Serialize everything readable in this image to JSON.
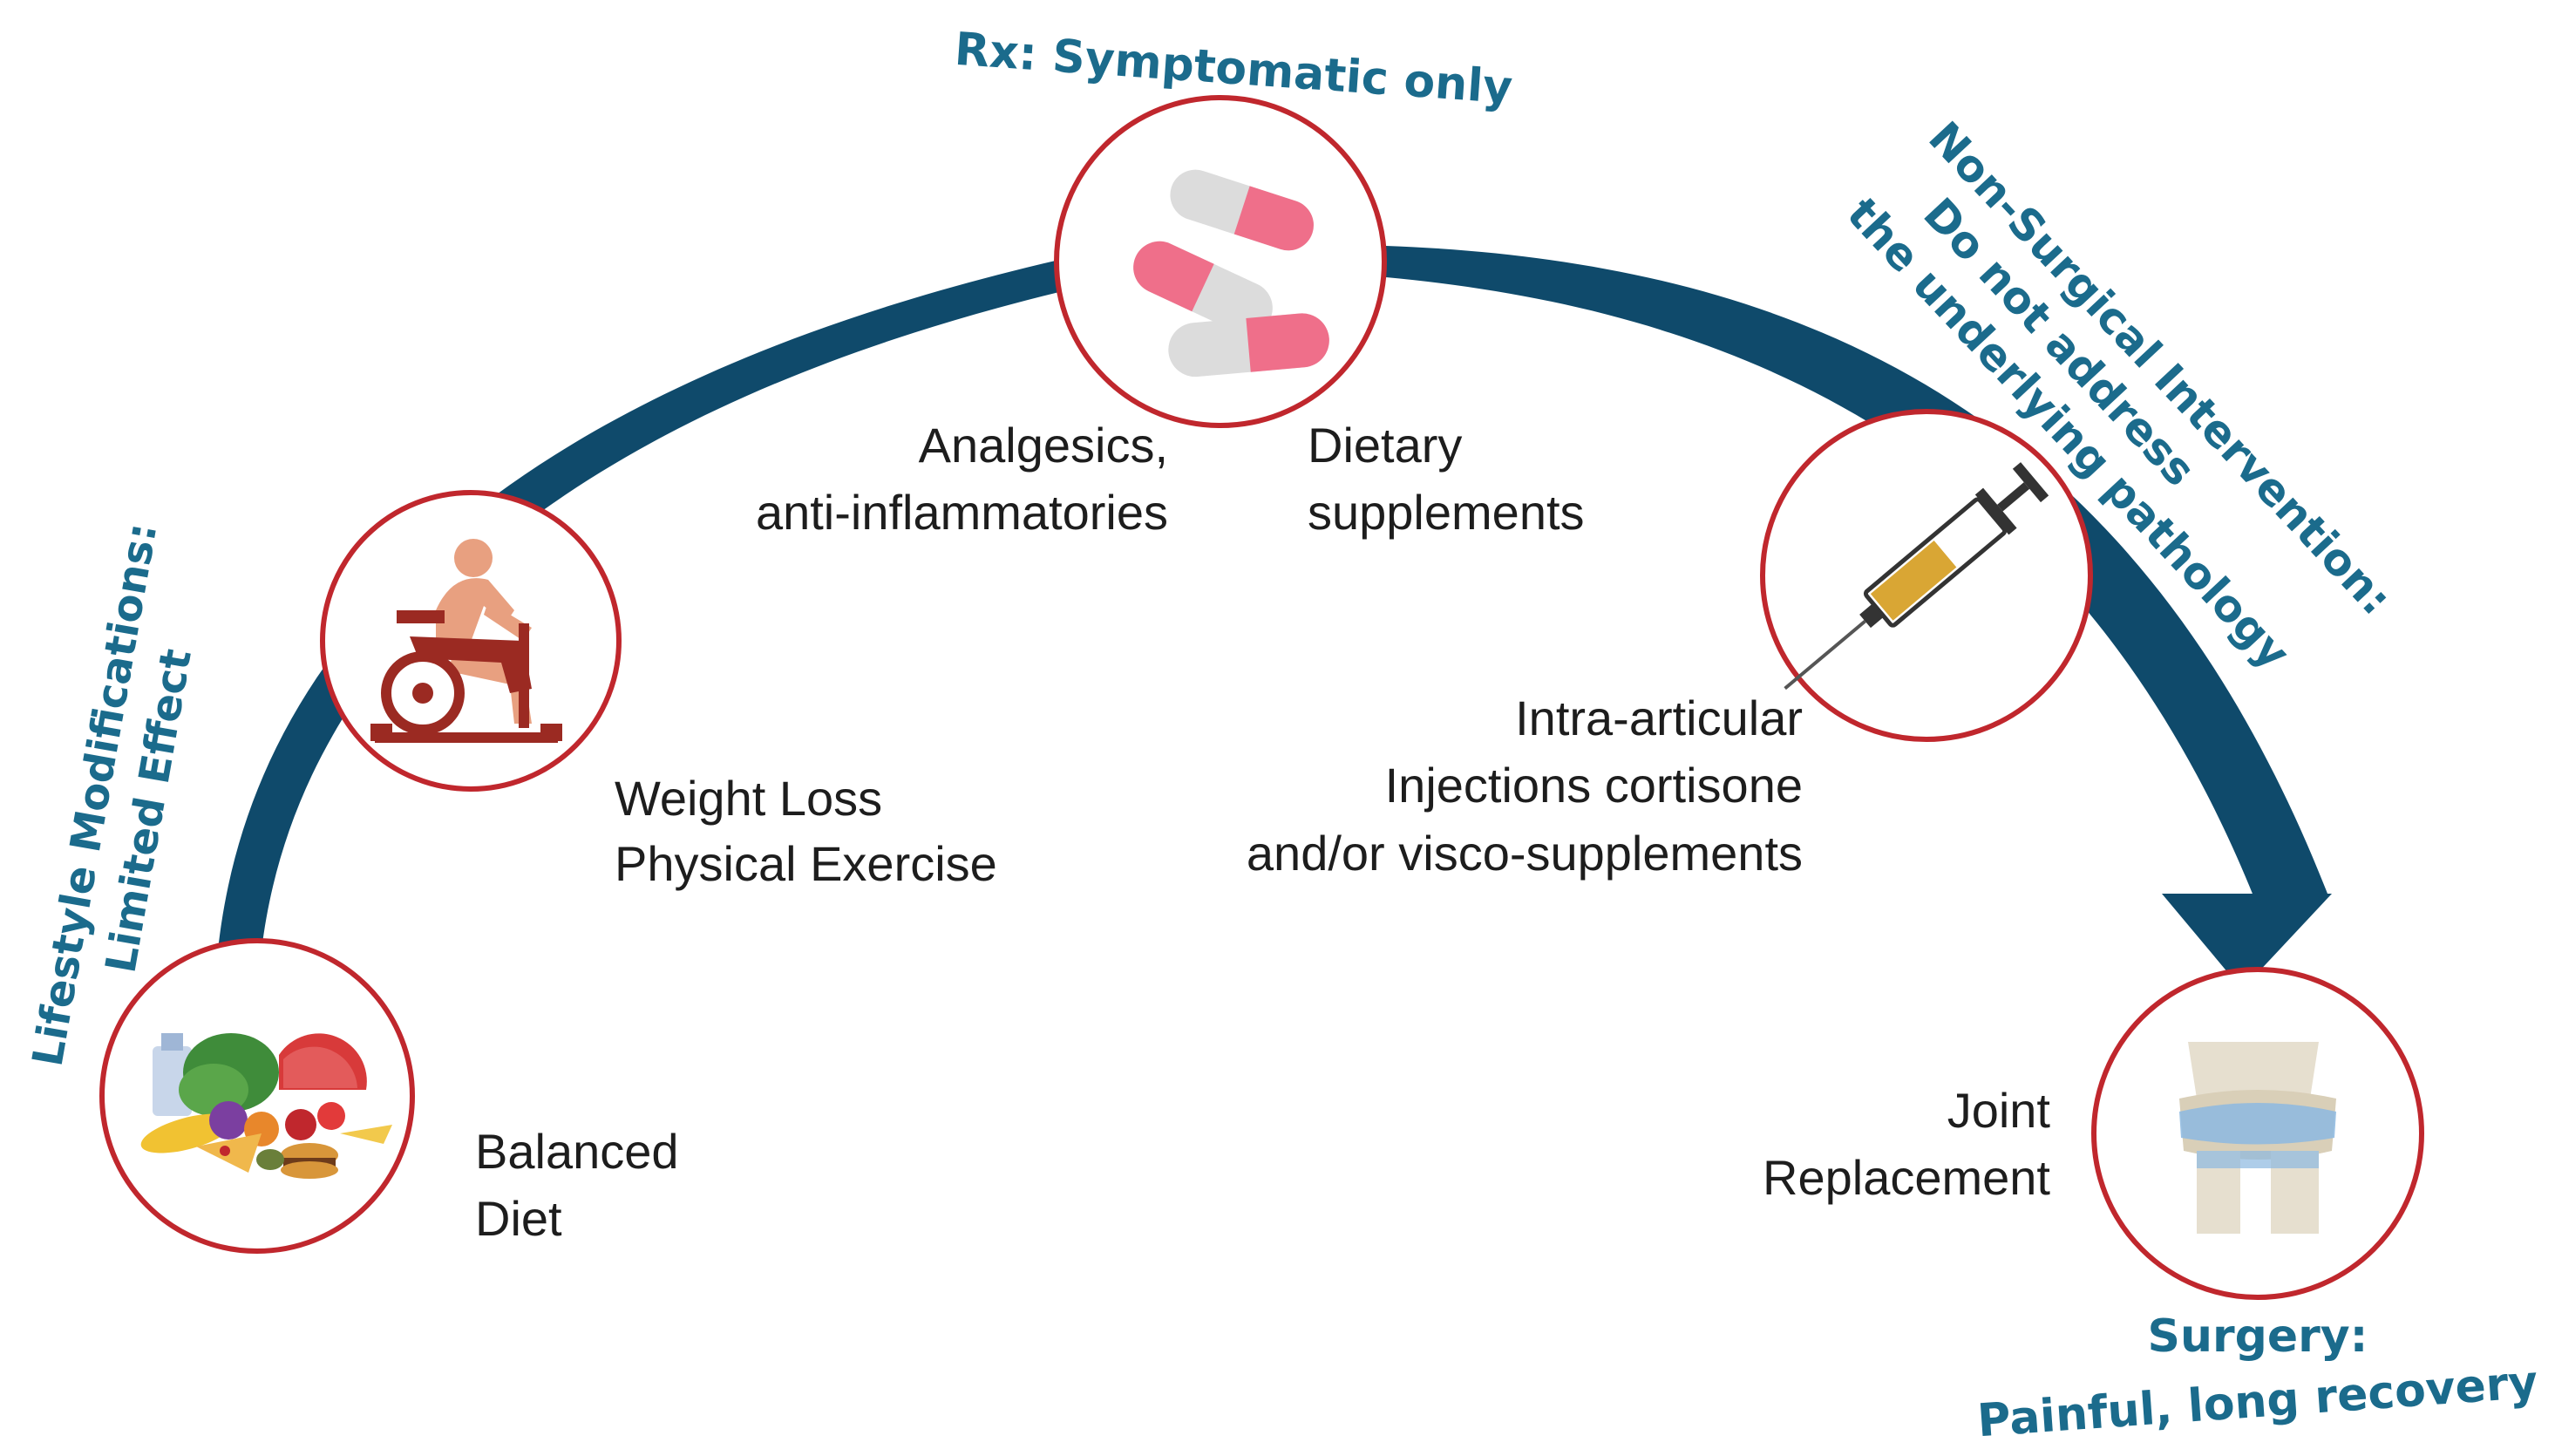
{
  "stages": [
    {
      "key": "diet",
      "icon": "food-basket-icon",
      "caption": [
        "Balanced",
        "Diet"
      ]
    },
    {
      "key": "exercise",
      "icon": "exercise-bike-icon",
      "caption": [
        "Weight Loss",
        "Physical Exercise"
      ]
    },
    {
      "key": "pills",
      "icon": "pills-icon",
      "caption_left": [
        "Analgesics,",
        "anti-inflammatories"
      ],
      "caption_right": [
        "Dietary",
        "supplements"
      ]
    },
    {
      "key": "injection",
      "icon": "syringe-icon",
      "caption": [
        "Intra-articular",
        "Injections cortisone",
        "and/or visco-supplements"
      ]
    },
    {
      "key": "surgery",
      "icon": "knee-joint-icon",
      "caption": [
        "Joint",
        "Replacement"
      ]
    }
  ],
  "headings": {
    "lifestyle": [
      "Lifestyle Modifications:",
      "Limited Effect"
    ],
    "rx": "Rx: Symptomatic only",
    "nonsurgical": [
      "Non-Surgical Intervention:",
      "Do not address",
      "the underlying pathology"
    ],
    "surgery": [
      "Surgery:",
      "Painful, long recovery"
    ]
  },
  "colors": {
    "arc": "#0f4a6b",
    "heading": "#1b6b8c",
    "circle_border": "#c0272d",
    "caption": "#1d1d1d"
  }
}
